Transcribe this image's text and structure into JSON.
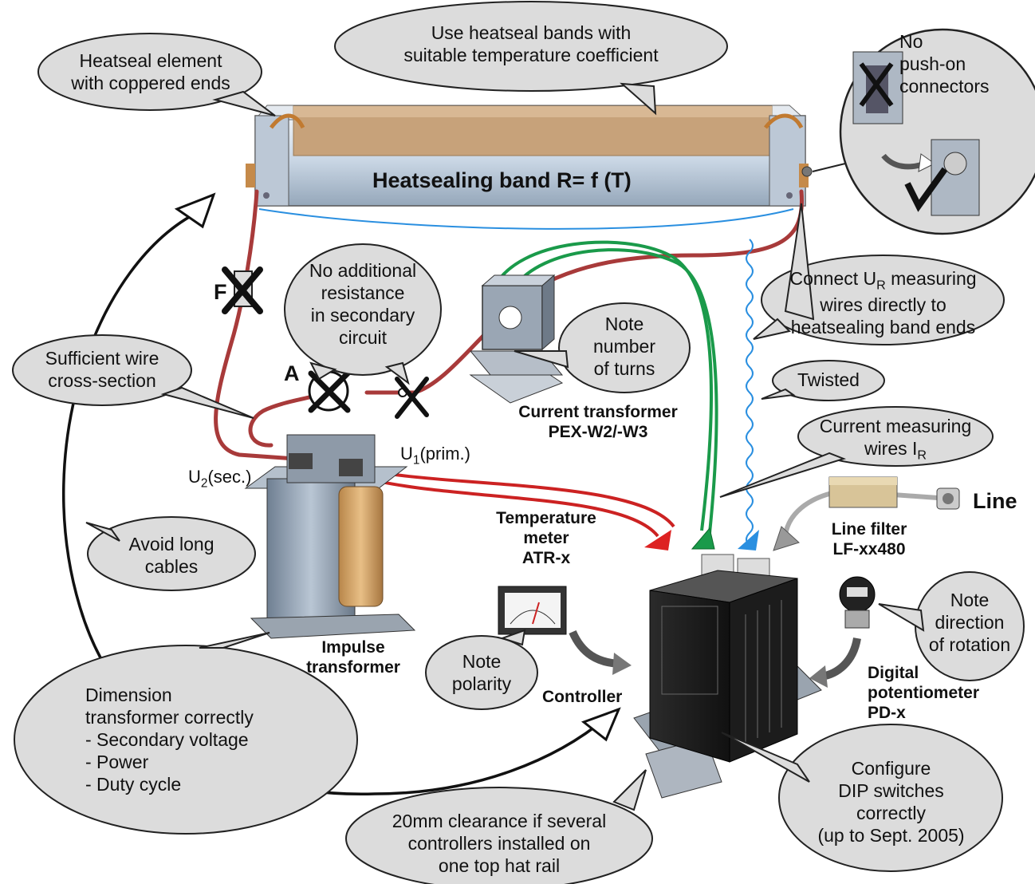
{
  "band": {
    "label": "Heatsealing band  R= f (T)"
  },
  "bubbles": {
    "element": [
      "Heatseal element",
      "with coppered ends"
    ],
    "coefficient": [
      "Use heatseal bands with",
      "suitable temperature coefficient"
    ],
    "pushon": [
      "No",
      "push-on",
      "connectors"
    ],
    "resistance": [
      "No additional",
      "resistance",
      "in secondary",
      "circuit"
    ],
    "ur_prefix": "Connect U",
    "ur_sub": "R",
    "ur_suffix": " measuring",
    "ur_line2": "wires directly to",
    "ur_line3": "heatsealing band ends",
    "wire": [
      "Sufficient wire",
      "cross-section"
    ],
    "turns": [
      "Note",
      "number",
      "of turns"
    ],
    "twisted": "Twisted",
    "ir_prefix": "Current measuring",
    "ir_line2": "wires I",
    "ir_sub": "R",
    "cables": [
      "Avoid long",
      "cables"
    ],
    "polarity": [
      "Note",
      "polarity"
    ],
    "rotation": [
      "Note",
      "direction",
      "of rotation"
    ],
    "dimension": [
      "Dimension",
      "transformer correctly",
      "- Secondary voltage",
      "- Power",
      "- Duty cycle"
    ],
    "clearance": [
      "20mm clearance if several",
      "controllers installed on",
      "one top hat rail"
    ],
    "dip": [
      "Configure",
      "DIP switches",
      "correctly",
      "(up to Sept. 2005)"
    ]
  },
  "labels": {
    "fuse": "F",
    "ammeter": "A",
    "u2": "U",
    "u2_sub": "2",
    "u2_suffix": "(sec.)",
    "u1": "U",
    "u1_sub": "1",
    "u1_suffix": "(prim.)",
    "current_transformer": [
      "Current transformer",
      "PEX-W2/-W3"
    ],
    "impulse_transformer": [
      "Impulse",
      "transformer"
    ],
    "temperature_meter": [
      "Temperature",
      "meter",
      "ATR-x"
    ],
    "controller": "Controller",
    "line": "Line",
    "line_filter": [
      "Line filter",
      "LF-xx480"
    ],
    "digital_pot": [
      "Digital",
      "potentiometer",
      "PD-x"
    ]
  },
  "colors": {
    "bubble_fill": "#dcdcdc",
    "primary_wire": "#cc2222",
    "secondary_wire": "#a83a3a",
    "measuring_wire": "#1a9a4a",
    "twisted_wire": "#2a8fe0"
  }
}
